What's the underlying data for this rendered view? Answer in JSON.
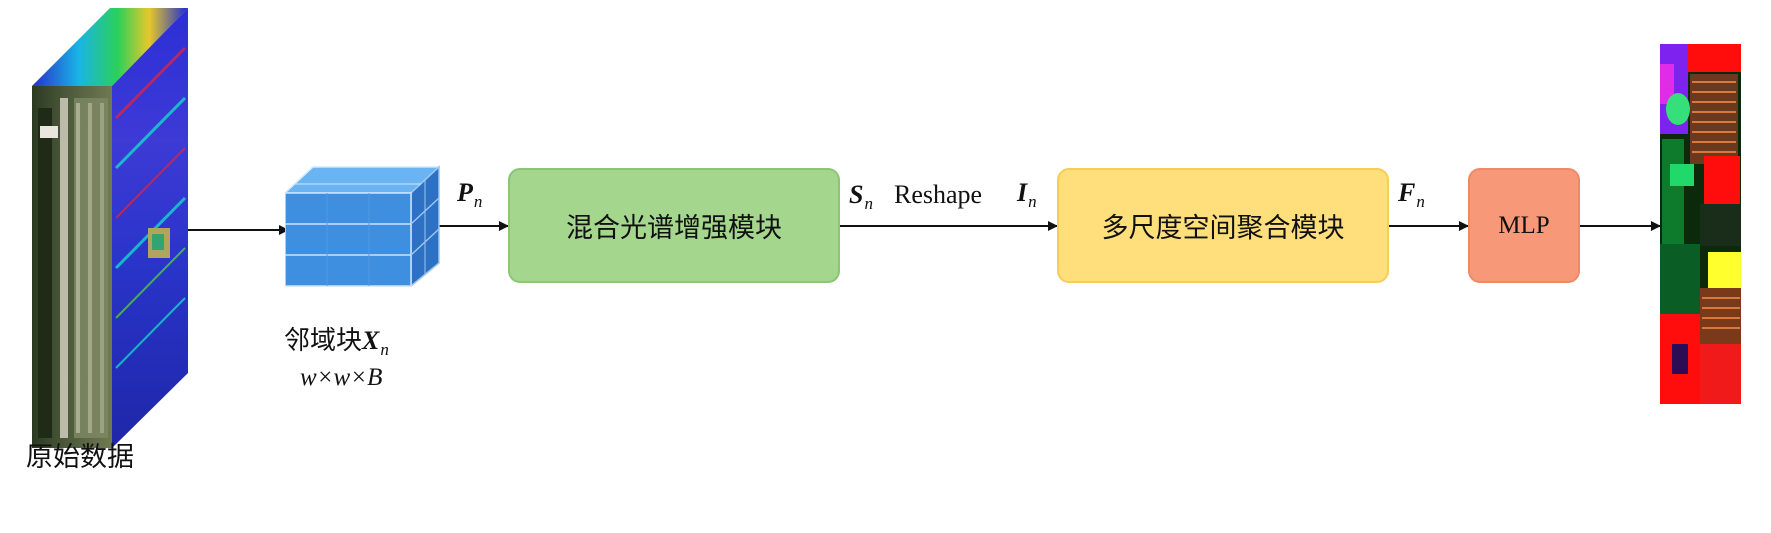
{
  "input_image": {
    "caption": "原始数据"
  },
  "patch": {
    "title_prefix": "邻域块",
    "symbol": "X",
    "subscript": "n",
    "dims": "w×w×B"
  },
  "arrows": {
    "p": {
      "symbol": "P",
      "subscript": "n"
    },
    "s": {
      "symbol": "S",
      "subscript": "n"
    },
    "reshape": "Reshape",
    "i": {
      "symbol": "I",
      "subscript": "n"
    },
    "f": {
      "symbol": "F",
      "subscript": "n"
    }
  },
  "modules": {
    "hybrid": "混合光谱增强模块",
    "multiscale": "多尺度空间聚合模块",
    "mlp": "MLP"
  },
  "colors": {
    "hybrid_fill": "#a4d68d",
    "multiscale_fill": "#ffde7c",
    "mlp_fill": "#f79978",
    "cube_blue": "#3f8fe0"
  }
}
